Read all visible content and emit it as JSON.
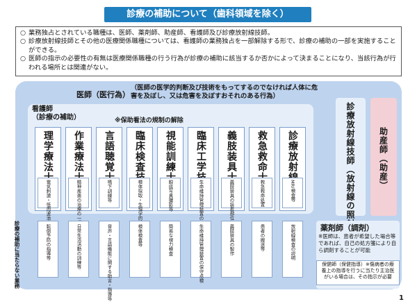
{
  "title": "診療の補助について（歯科領域を除く）",
  "intro": [
    "業務独占とされている職種は、医師、薬剤師、助産師、看護師及び診療放射線技師。",
    "診療放射線技師とその他の医療関係職種については、看護師の業務独占を一部解除する形で、診療の補助の一部を実施することができる。",
    "医師の指示の必要性の有無は医療関係職種の行う行為が診療の補助に該当するか否かによって決まることになり、当該行為が行われる場所とは関連がない。"
  ],
  "ishi": {
    "label": "医師（医行為）",
    "desc": "（医師の医学的判断及び技術をもってするのでなければ人体に危害を及ぼし、又は危害を及ぼすおそれのある行為）"
  },
  "kango": {
    "title_line1": "看護師",
    "title_line2": "（診療の補助）",
    "hojo_label": "※保助看法の規制の解除"
  },
  "columns": [
    {
      "name": "理学療法士",
      "sub": "電気刺激・低周波治療等",
      "bottom": "転倒予防の指導等"
    },
    {
      "name": "作業療法士",
      "sub": "精神疾患の治療の一環として作業等",
      "bottom": "日常生活活動の訓練等"
    },
    {
      "name": "言語聴覚士",
      "sub": "嚥下訓練等",
      "bottom": "音声・言語機能に関する助言・指導等"
    },
    {
      "name": "臨床検査技師",
      "sub": "検体採取・生理学的検査",
      "bottom": "検体検査等"
    },
    {
      "name": "視能訓練士",
      "sub": "眼底写真撮影等",
      "bottom": "簡易な視力検査"
    },
    {
      "name": "臨床工学技士",
      "sub": "生命維持管理装置の操作",
      "bottom": "生命維持管理装置の保守点検"
    },
    {
      "name": "義肢装具士",
      "sub": "義肢装具の装着部位の採型、身体への適合",
      "bottom": "義肢装具の製作"
    },
    {
      "name": "救急救命士",
      "sub": "救急救命処置",
      "bottom": "患者の搬送等"
    },
    {
      "name": "診療放射線技師",
      "sub": "MRI検査等",
      "bottom": "放射線検査の説明"
    }
  ],
  "hojo_not_label": "診療の補助に当たらない業務",
  "radiology": "診療放射線技師（放射線の照射）",
  "midwife": "助産師（助産）",
  "pharmacist": {
    "title": "薬剤師（調剤）",
    "note": "※医師は、患者が希望した場合等であれば、自己の処方箋により自ら調剤することが可能",
    "hoken": "保健師（保健指導）※傷病者の療養上の指導を行うに当たり主治医がいる場合は、その指示が必要"
  },
  "page_num": "1",
  "colors": {
    "title_bg": "#1f7fbf",
    "outer_bg": "#bed3ee",
    "inner_bg": "#e6eff9",
    "midwife_bg": "#f3d0d6"
  }
}
